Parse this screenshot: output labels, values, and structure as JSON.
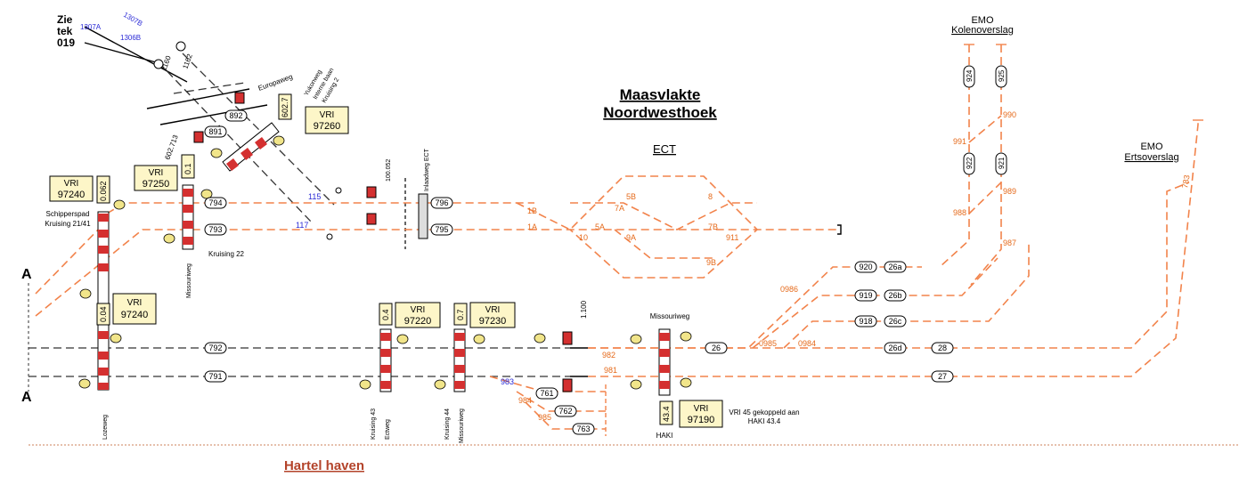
{
  "titles": {
    "main": "Maasvlakte",
    "main2": "Noordwesthoek",
    "ect": "ECT",
    "emo_k1": "EMO",
    "emo_k2": "Kolenoverslag",
    "emo_e1": "EMO",
    "emo_e2": "Ertsoverslag",
    "hartel": "Hartel haven",
    "zietek": [
      "Zie",
      "tek",
      "019"
    ],
    "section_a": "A"
  },
  "vri": [
    {
      "l1": "VRI",
      "l2": "97240"
    },
    {
      "l1": "VRI",
      "l2": "97250"
    },
    {
      "l1": "VRI",
      "l2": "97260"
    },
    {
      "l1": "VRI",
      "l2": "97240"
    },
    {
      "l1": "VRI",
      "l2": "97220"
    },
    {
      "l1": "VRI",
      "l2": "97230"
    },
    {
      "l1": "VRI",
      "l2": "97190"
    }
  ],
  "km_signs": [
    "0.062",
    "0.1",
    "602.7",
    "0.04",
    "0.4",
    "0.7",
    "43.4"
  ],
  "ovals": [
    "792",
    "791",
    "793",
    "794",
    "795",
    "796",
    "891",
    "892",
    "920",
    "919",
    "918",
    "26a",
    "26b",
    "26c",
    "26",
    "26d",
    "28",
    "27",
    "761",
    "762",
    "763"
  ],
  "emo_ovals": [
    "924",
    "925",
    "922",
    "921"
  ],
  "road_labels": {
    "schipperspad": "Schipperspad",
    "kruising2141": "Kruising 21/41",
    "kruising22": "Kruising 22",
    "missouriweg": "Missouriweg",
    "europaweg": "Europaweg",
    "yukonweg": "Yukonweg",
    "interne": "Interne baan",
    "kruising2": "Kruising 2",
    "lozeweg": "Lozeweg",
    "kruising43": "Kruising 43",
    "kruising44": "Kruising 44",
    "ectweg": "Ectweg",
    "missouriweg2": "Missouriweg",
    "haki": "HAKI",
    "vri45": "VRI 45 gekoppeld aan",
    "haki434": "HAKI 43.4",
    "missouriweg_top": "Missouriweg",
    "ect_rot": "Inlaadweg ECT",
    "km602": "602.713",
    "km10052": "100.052",
    "km1100": "1.100",
    "schakel1307a": "1307A",
    "schakel1307b": "1307B",
    "schakel1306b": "1306B",
    "k1160": "1160",
    "k1162": "1162"
  },
  "blue_labels": [
    "115",
    "117",
    "983"
  ],
  "switch_labels": [
    "1B",
    "1A",
    "5B",
    "5A",
    "7A",
    "9A",
    "10",
    "8",
    "7B",
    "911",
    "9B",
    "982",
    "981",
    "984",
    "985",
    "0986",
    "0985",
    "0984",
    "991",
    "990",
    "988",
    "989",
    "987",
    "783"
  ]
}
